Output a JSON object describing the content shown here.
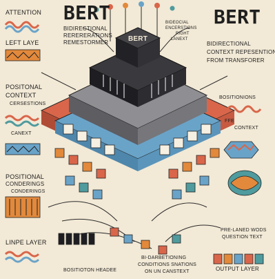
{
  "title_left": "BERT",
  "title_right": "BERT",
  "subtitle_left": [
    "BIDIRECTIONAL",
    "RERERERATIONS",
    "REMESTORMER"
  ],
  "subtitle_right": [
    "BIDIRECTIONAL",
    "CONTEXT REPESENTION",
    "FROM TRANSFORER"
  ],
  "center_labels": {
    "top": [
      "BIDEOCIAL",
      "ENCERSTIONS",
      "RIGHT",
      "LANEXT"
    ],
    "cube": "BERT",
    "mid": [
      "BOSITIONIONS",
      "FFE",
      "CONTEXT"
    ],
    "words": [
      "PRE-LANED WODS",
      "QUESTION TEXT"
    ],
    "bottom": [
      "BI-DARBETIONING",
      "CONDITIONS SNATIONS",
      "ON UN CANSTEXT"
    ]
  },
  "left_labels": {
    "attention": "ATTENTION",
    "left_layer": "LEFT LAYE",
    "positional_context": [
      "POSITONAL",
      "CONTEXT",
      "CERSESTIONS"
    ],
    "canext": "CANEXT",
    "positional_conderings": [
      "POSITIONAL",
      "CONDERINGS",
      "CONDERINGS"
    ],
    "linpe_layer": "LINPE LAYER",
    "bositioton_heade": "BOSITIOTON HEADEE"
  },
  "right_labels": {
    "output_layer": "OUTPUT LAYER"
  },
  "palette": {
    "background": "#f2e9d6",
    "ink": "#1f1f1f",
    "blue": "#6aa3c8",
    "red": "#d9664a",
    "orange": "#e2893c",
    "teal": "#4f9b9e",
    "cube_dark": "#2f2f33",
    "cube_grey": "#8f8f93"
  }
}
